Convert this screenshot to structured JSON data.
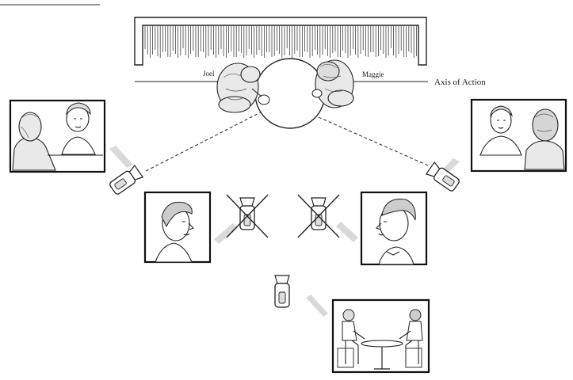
{
  "labels": {
    "left_person": "Joel",
    "right_person": "Maggie",
    "axis": "Axis of Action"
  },
  "icons": [
    "set-wall",
    "table-top-view",
    "actor-joel-top",
    "actor-maggie-top",
    "camera-left",
    "camera-right",
    "camera-crossed-left",
    "camera-crossed-right",
    "camera-center",
    "frame-over-shoulder-left",
    "frame-over-shoulder-right",
    "frame-profile-left",
    "frame-profile-right",
    "frame-two-shot"
  ]
}
